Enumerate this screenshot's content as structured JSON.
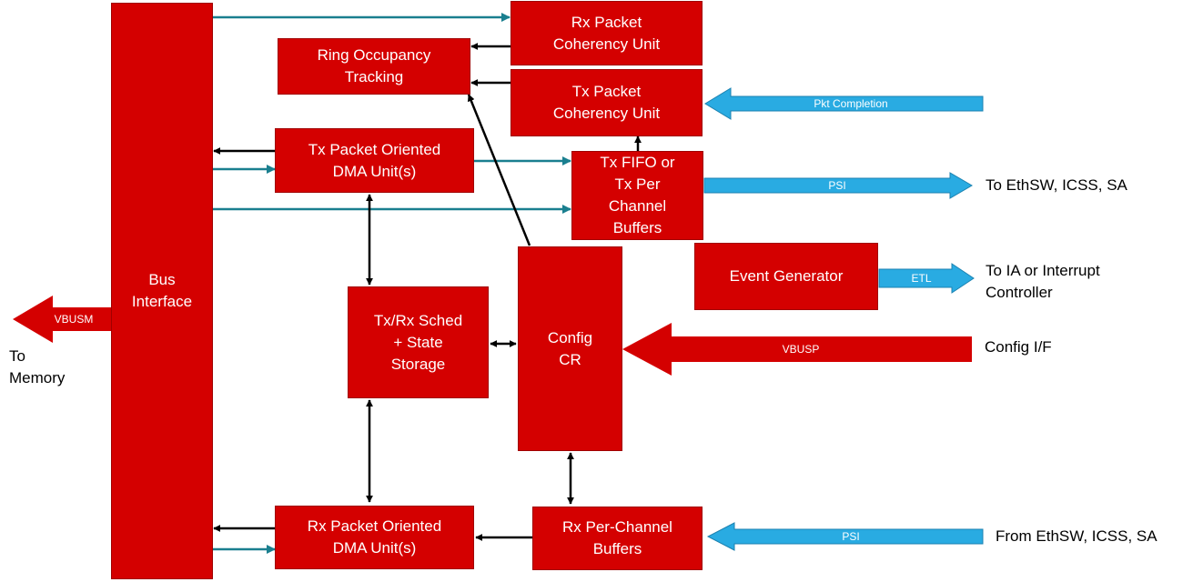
{
  "blocks": {
    "bus_interface": "Bus\nInterface",
    "rx_coherency": "Rx Packet\nCoherency Unit",
    "ring_occupancy": "Ring Occupancy\nTracking",
    "tx_coherency": "Tx Packet\nCoherency Unit",
    "tx_dma": "Tx Packet Oriented\nDMA Unit(s)",
    "tx_fifo": "Tx FIFO or\nTx Per\nChannel\nBuffers",
    "event_generator": "Event Generator",
    "sched": "Tx/Rx Sched\n+ State\nStorage",
    "config_cr": "Config\nCR",
    "rx_dma": "Rx Packet Oriented\nDMA Unit(s)",
    "rx_per_channel": "Rx Per-Channel\nBuffers"
  },
  "arrow_labels": {
    "vbusm": "VBUSM",
    "pkt_completion": "Pkt Completion",
    "psi_out": "PSI",
    "etl": "ETL",
    "vbusp": "VBUSP",
    "psi_in": "PSI"
  },
  "external_labels": {
    "to_memory": "To\nMemory",
    "to_ethsw": "To EthSW, ICSS, SA",
    "to_ia": "To IA or Interrupt\nController",
    "config_if": "Config I/F",
    "from_ethsw": "From EthSW, ICSS, SA"
  },
  "colors": {
    "block_red": "#d40000",
    "teal_line": "#1a7f8f",
    "blue_arrow": "#29abe2",
    "black_line": "#000000"
  }
}
